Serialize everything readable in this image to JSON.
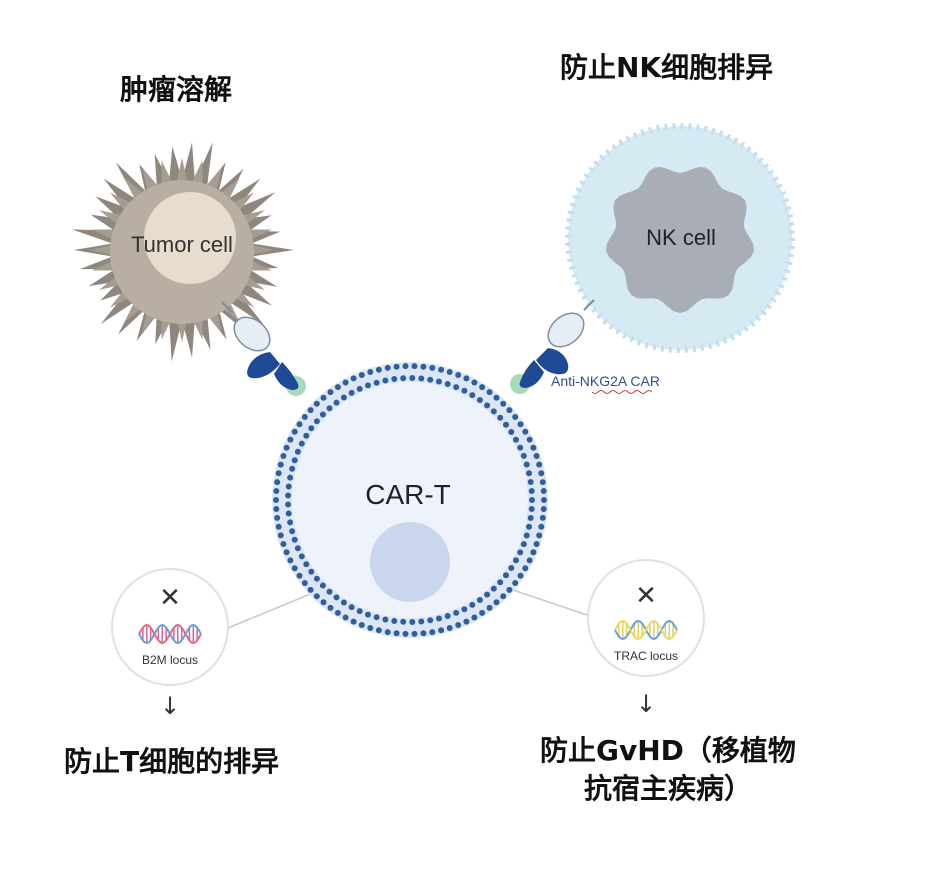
{
  "headings": {
    "tumor_lysis": "肿瘤溶解",
    "nk_rejection": "防止NK细胞排异",
    "t_rejection": "防止T细胞的排异",
    "gvhd_line1": "防止GvHD（移植物",
    "gvhd_line2": "抗宿主疾病）"
  },
  "cells": {
    "tumor": "Tumor cell",
    "nk": "NK cell",
    "car_t": "CAR-T"
  },
  "receptor_label": "Anti-NKG2A CAR",
  "knockouts": {
    "b2m": {
      "mark": "✕",
      "label": "B2M locus"
    },
    "trac": {
      "mark": "✕",
      "label": "TRAC locus"
    }
  },
  "arrow_glyph": "↓",
  "colors": {
    "membrane_dot": "#2f5f9f",
    "car_blue": "#1f4a96",
    "nk_halo": "#d6eaf3",
    "nk_core": "#a9adb6",
    "tumor_outer": "#8f877e",
    "tumor_inner": "#e7ddcf",
    "cell_fill": "#eef2fa",
    "nucleus": "#c9d6ee",
    "label_blue": "#2e4f8f"
  }
}
